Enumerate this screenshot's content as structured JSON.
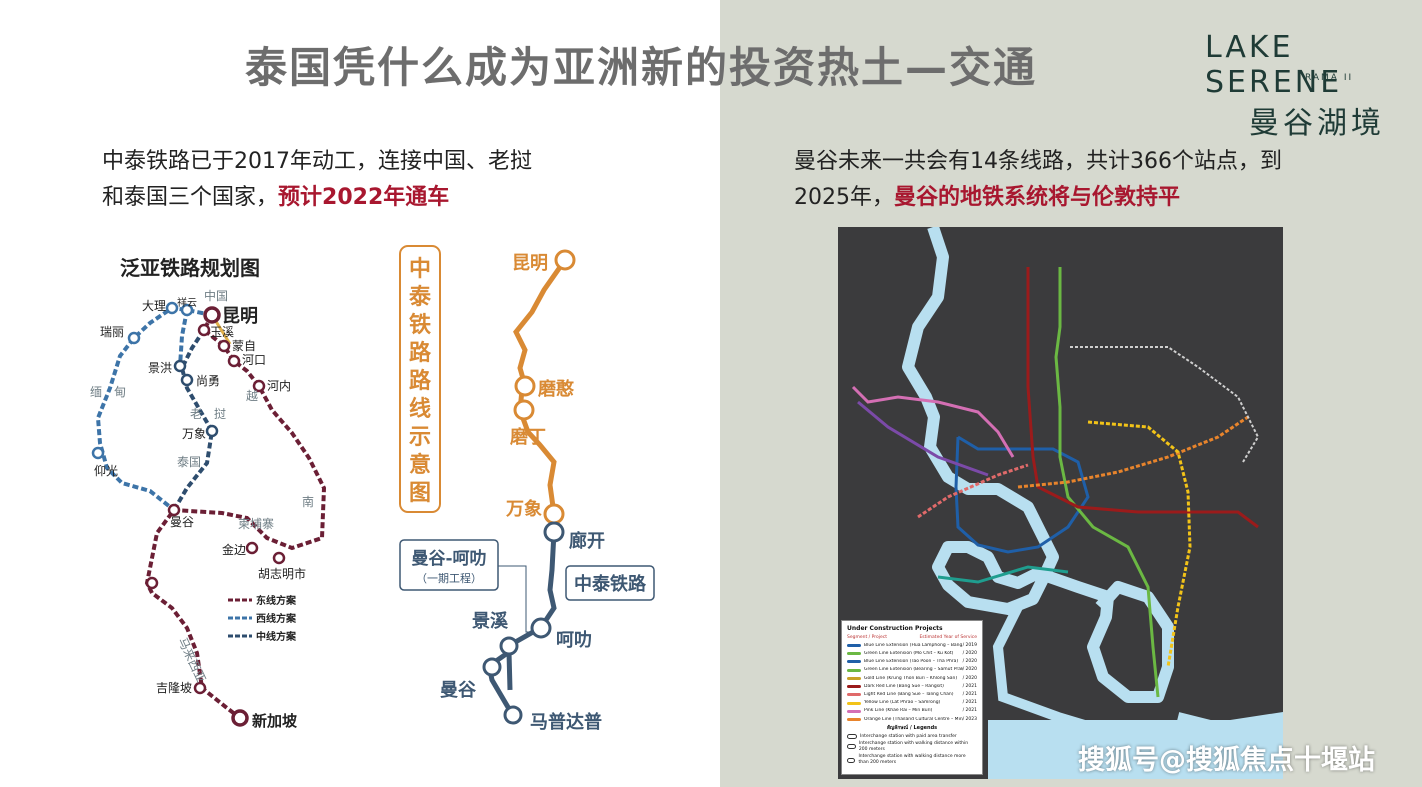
{
  "page": {
    "title": "泰国凭什么成为亚洲新的投资热土—交通",
    "watermark": "搜狐号@搜狐焦点十堰站"
  },
  "logo": {
    "brand": "LAKE SERENE",
    "sub": "RAMA II",
    "cn": "曼谷湖境"
  },
  "left_text": {
    "line1": "中泰铁路已于2017年动工，连接中国、老挝",
    "line2_plain": "和泰国三个国家，",
    "line2_highlight": "预计2022年通车"
  },
  "right_text": {
    "line1": "曼谷未来一共会有14条线路，共计366个站点，到",
    "line2_plain": "2025年，",
    "line2_highlight": "曼谷的地铁系统将与伦敦持平"
  },
  "pan_asia_map": {
    "title": "泛亚铁路规划图",
    "countries": [
      "中国",
      "缅甸",
      "老挝",
      "泰国",
      "柬埔寨",
      "越南",
      "马来西亚"
    ],
    "stations": {
      "kunming": "昆明",
      "dali": "大理",
      "xiangyun": "祥云",
      "ruili": "瑞丽",
      "yuxi": "玉溪",
      "mengzi": "蒙自",
      "hekou": "河口",
      "hanoi": "河内",
      "jinghong": "景洪",
      "shangyong": "尚勇",
      "vientiane": "万象",
      "yangon": "仰光",
      "bangkok": "曼谷",
      "phnompenh": "金边",
      "hcmc": "胡志明市",
      "kl": "吉隆坡",
      "singapore": "新加坡"
    },
    "legend": [
      {
        "label": "东线方案",
        "color": "#6b1f35"
      },
      {
        "label": "西线方案",
        "color": "#3d74a8"
      },
      {
        "label": "中线方案",
        "color": "#2e4d6e"
      }
    ]
  },
  "china_thai_route": {
    "vertical_title": [
      "中",
      "泰",
      "铁",
      "路",
      "路",
      "线",
      "示",
      "意",
      "图"
    ],
    "stations_orange": [
      "昆明",
      "磨憨",
      "磨丁",
      "万象"
    ],
    "stations_blue": [
      "廊开",
      "呵叻",
      "景溪",
      "曼谷",
      "马普达普"
    ],
    "callout_phase": "曼谷-呵叻",
    "callout_phase_sub": "（一期工程）",
    "callout_rail": "中泰铁路",
    "orange_color": "#d98a34",
    "blue_color": "#3e5873"
  },
  "bangkok_map": {
    "legend_title": "Under Construction Projects",
    "legend_header_left": "Segment / Project",
    "legend_header_right": "Estimated Year of Service",
    "lines": [
      {
        "name": "Blue Line Extension (Hua Lamphong – Bang Khae)",
        "year": "/ 2019",
        "color": "#1f5fa8"
      },
      {
        "name": "Green Line Extension (Mo Chit – Ku Kot)",
        "year": "/ 2020",
        "color": "#6bb843"
      },
      {
        "name": "Blue Line Extension (Tao Poon – Tha Phra)",
        "year": "/ 2020",
        "color": "#1f5fa8"
      },
      {
        "name": "Green Line Extension (Bearing – Samut Prakan)",
        "year": "/ 2020",
        "color": "#6bb843"
      },
      {
        "name": "Gold Line (Krung Thon Buri – Khlong San)",
        "year": "/ 2020",
        "color": "#c9a227"
      },
      {
        "name": "Dark Red Line (Bang Sue – Rangsit)",
        "year": "/ 2021",
        "color": "#9b1b1b"
      },
      {
        "name": "Light Red Line (Bang Sue – Taling Chan)",
        "year": "/ 2021",
        "color": "#e06a6a"
      },
      {
        "name": "Yellow Line (Lat Phrao – Samrong)",
        "year": "/ 2021",
        "color": "#f2c318"
      },
      {
        "name": "Pink Line (Khae Rai – Min Buri)",
        "year": "/ 2021",
        "color": "#d46fb4"
      },
      {
        "name": "Orange Line (Thailand Cultural Centre – Min Buri)",
        "year": "/ 2023",
        "color": "#e8842c"
      }
    ],
    "legends_title": "สัญลักษณ์ / Legends",
    "legend_items": [
      "Interchange station with paid area transfer",
      "Interchange station with walking distance within 200 meters",
      "Interchange station with walking distance more than 200 meters"
    ]
  }
}
